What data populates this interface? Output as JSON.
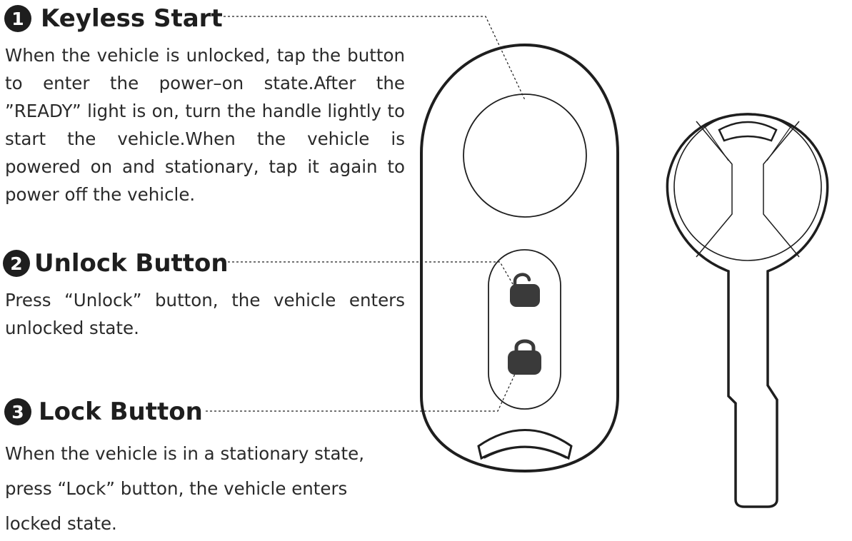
{
  "sections": [
    {
      "number": "1",
      "title": "Keyless Start",
      "lines": [
        "When the vehicle is unlocked, tap the button",
        "to enter the power–on state.After the",
        "”READY” light is on, turn the handle lightly to",
        "start the vehicle.When the vehicle is",
        "powered on and stationary, tap it again to",
        "power off the vehicle."
      ]
    },
    {
      "number": "2",
      "title": "Unlock Button",
      "lines": [
        "Press “Unlock” button, the vehicle enters",
        "unlocked state."
      ]
    },
    {
      "number": "3",
      "title": "Lock Button",
      "lines": [
        "When the vehicle is in a stationary state,",
        "press “Lock” button,  the vehicle enters",
        "locked state."
      ]
    }
  ],
  "icons": {
    "unlock": "unlock-padlock-icon",
    "lock": "lock-padlock-icon"
  },
  "colors": {
    "ink": "#1e1e1e",
    "icon_fill": "#3a3a3a",
    "background": "#ffffff"
  }
}
